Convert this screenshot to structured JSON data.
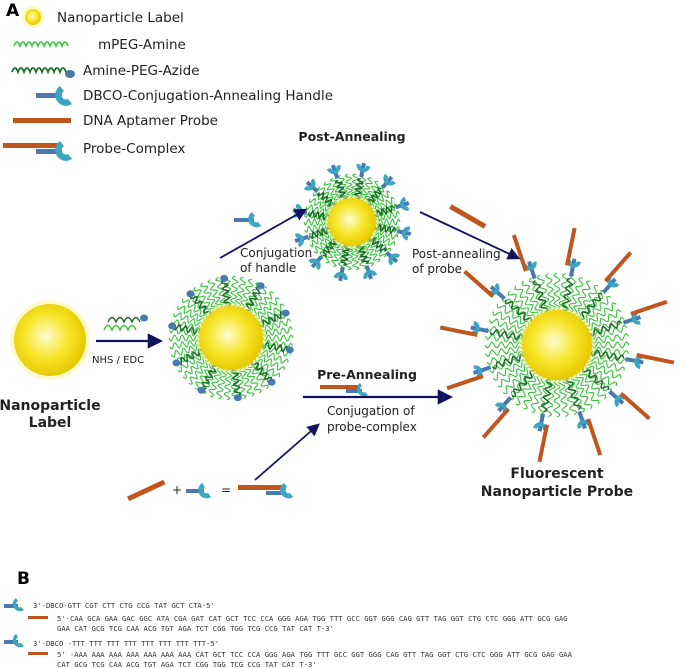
{
  "panels": {
    "a": "A",
    "b": "B"
  },
  "legend": [
    {
      "label": "Nanoparticle Label",
      "icon": "nanoparticle-icon"
    },
    {
      "label": "mPEG-Amine",
      "icon": "mpeg-amine-icon"
    },
    {
      "label": "Amine-PEG-Azide",
      "icon": "amine-peg-azide-icon"
    },
    {
      "label": "DBCO-Conjugation-Annealing Handle",
      "icon": "dbco-handle-icon"
    },
    {
      "label": "DNA Aptamer Probe",
      "icon": "dna-aptamer-icon"
    },
    {
      "label": "Probe-Complex",
      "icon": "probe-complex-icon"
    }
  ],
  "labels": {
    "nanoparticle_line1": "Nanoparticle",
    "nanoparticle_line2": "Label",
    "nhs_edc": "NHS / EDC",
    "post_annealing": "Post-Annealing",
    "pre_annealing": "Pre-Annealing",
    "conj_handle_1": "Conjugation",
    "conj_handle_2": "of handle",
    "post_probe_1": "Post-annealing",
    "post_probe_2": "of probe",
    "conj_complex_1": "Conjugation of",
    "conj_complex_2": "probe-complex",
    "plus": "+",
    "equals": "=",
    "final_1": "Fluorescent",
    "final_2": "Nanoparticle Probe"
  },
  "sequences": [
    {
      "handle": "3'-DBCO-GTT CGT CTT CTG CCG TAT GCT CTA-5'",
      "probe_1": "5'-CAA GCA GAA GAC GGC ATA CGA GAT CAT GCT TCC CCA GGG AGA TGG TTT GCC GGT GGG CAG GTT TAG GGT CTG CTC GGG ATT GCG GAG",
      "probe_2": "GAA CAT GCG TCG CAA ACG TGT AGA TCT CGG TGG TCG CCG TAT CAT T-3'"
    },
    {
      "handle": "3'-DBCO -TTT TTT TTT TTT TTT TTT TTT TTT-5'",
      "probe_1": "5' -AAA AAA AAA AAA AAA AAA AAA CAT GCT TCC CCA GGG AGA TGG TTT GCC GGT GGG CAG GTT TAG GGT CTG CTC GGG ATT GCG GAG GAA",
      "probe_2": "CAT GCG TCG CAA ACG TGT AGA TCT CGG TGG TCG CCG TAT CAT T-3'"
    }
  ],
  "colors": {
    "nanoparticle": "#f6e21c",
    "mpeg": "#38c23c",
    "azide_peg": "#1f6b2a",
    "handle_bar": "#4a78b0",
    "handle_cup": "#3aa6c0",
    "probe": "#c0561e",
    "arrow": "#12125e"
  }
}
